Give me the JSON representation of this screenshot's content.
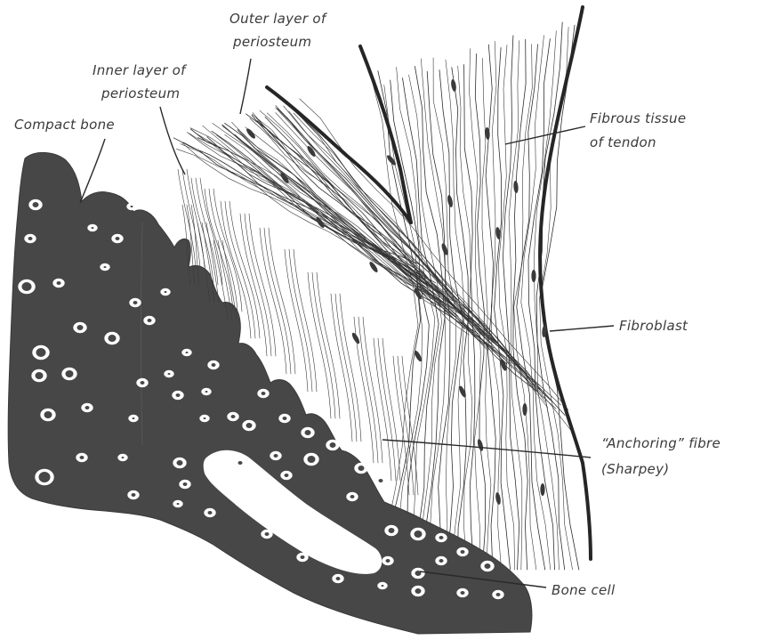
{
  "labels": {
    "outer_periosteum_line1": "Outer layer of",
    "outer_periosteum_line2": "periosteum",
    "inner_periosteum_line1": "Inner layer of",
    "inner_periosteum_line2": "periosteum",
    "compact_bone": "Compact bone",
    "fibrous_tissue_line1": "Fibrous tissue",
    "fibrous_tissue_line2": "of tendon",
    "fibroblast": "Fibroblast",
    "anchoring_line1": "“Anchoring” fibre",
    "anchoring_line2": "(Sharpey)",
    "bone_cell": "Bone cell"
  },
  "colors": {
    "bone": "#474747",
    "ink": "#2e2e2e",
    "background": "#ffffff"
  }
}
